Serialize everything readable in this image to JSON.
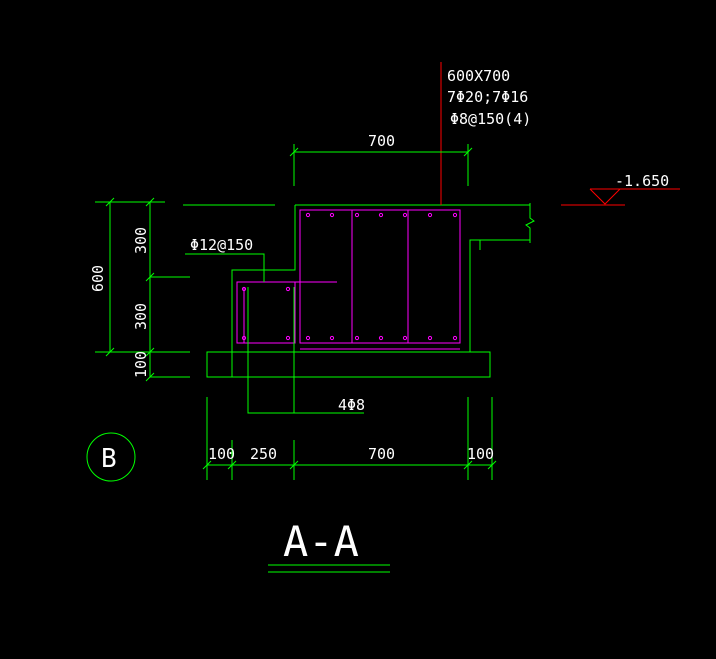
{
  "colors": {
    "background": "#000000",
    "concrete": "#00ff00",
    "rebar": "#ff00ff",
    "leader": "#ff0000",
    "text": "#ffffff"
  },
  "beam_label": {
    "size": "600X700",
    "longitudinal": "7Φ20;7Φ16",
    "stirrups": "Φ8@150(4)"
  },
  "elevation": "-1.650",
  "rebar_label": "Φ12@150",
  "bar_count_label": "4Φ8",
  "axis_label": "B",
  "section_title": "A-A",
  "dims": {
    "top_width": "700",
    "left_total": "600",
    "left_upper": "300",
    "left_lower": "300",
    "left_pad": "100",
    "bottom": [
      "100",
      "250",
      "700",
      "100"
    ]
  }
}
